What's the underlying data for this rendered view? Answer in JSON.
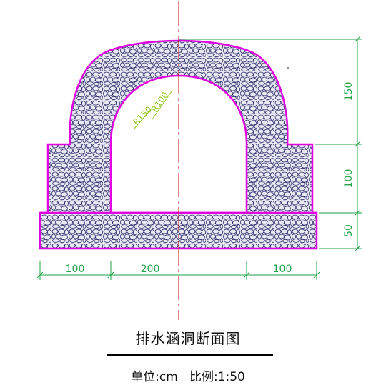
{
  "drawing": {
    "title": "排水涵洞断面图",
    "units_scale": "单位:cm   比例:1:50",
    "dimensions": {
      "bottom_left": "100",
      "bottom_middle": "200",
      "bottom_right": "100",
      "right_top": "150",
      "right_middle": "100",
      "right_bottom": "50"
    },
    "radius_labels": {
      "inner": "R100",
      "outer": "R150"
    }
  },
  "colors": {
    "background": "#ffffff",
    "outline": "#e000e0",
    "rubble_fill": "#2a2a6a",
    "dimension": "#22a34a",
    "radius_label": "#8fc21a",
    "centerline": "#d01010"
  }
}
